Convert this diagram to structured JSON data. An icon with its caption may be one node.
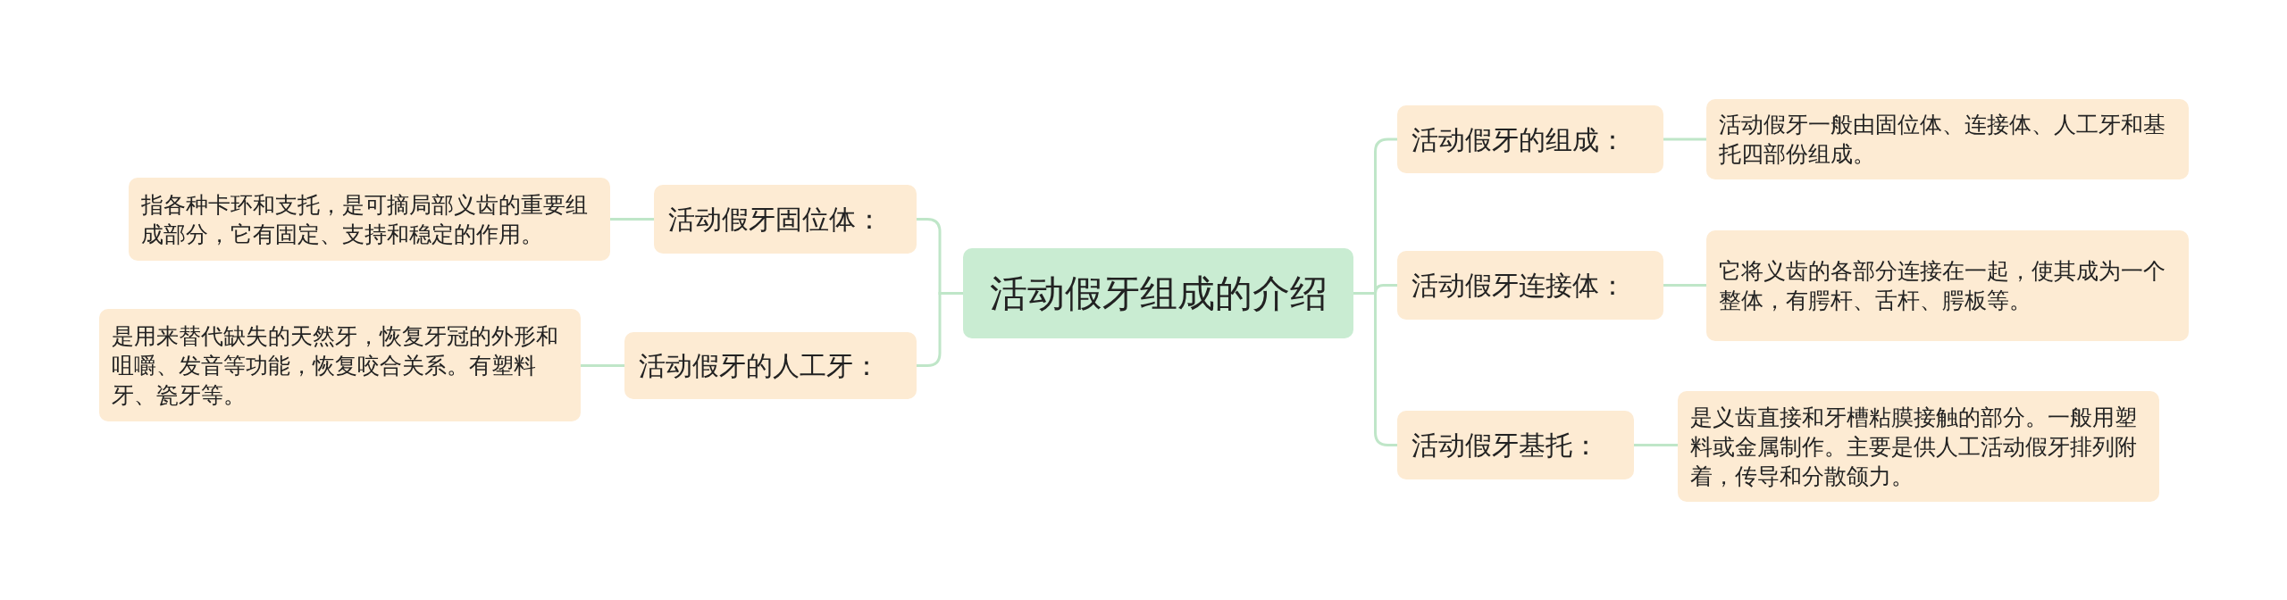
{
  "diagram": {
    "nodes": [
      {
        "text": [
          "活动假牙组成的介绍"
        ]
      },
      {
        "text": [
          "活动假牙固位体："
        ]
      },
      {
        "text": [
          "指各种卡环和支托，是可摘局部义齿的重要组成部分，它有固定、支持和稳定的作用。"
        ]
      },
      {
        "text": [
          "活动假牙的人工牙："
        ]
      },
      {
        "text": [
          "是用来替代缺失的天然牙，恢复牙冠的外形和咀嚼、发音等功能，恢复咬合关系。有塑料牙、瓷牙等。"
        ]
      },
      {
        "text": [
          "活动假牙的组成："
        ]
      },
      {
        "text": [
          "活动假牙一般由固位体、连接体、人工牙和基托四部份组成。"
        ]
      },
      {
        "text": [
          "活动假牙连接体："
        ]
      },
      {
        "text": [
          "它将义齿的各部分连接在一起，使其成为一个整体，有腭杆、舌杆、腭板等。"
        ]
      },
      {
        "text": [
          "活动假牙基托："
        ]
      },
      {
        "text": [
          "是义齿直接和牙槽粘膜接触的部分。一般用塑料或金属制作。主要是供人工活动假牙排列附着，传导和分散颌力。"
        ]
      }
    ],
    "edges": [
      {
        "from": 0,
        "to": 1,
        "arrow": "none"
      },
      {
        "from": 1,
        "to": 2,
        "arrow": "none"
      },
      {
        "from": 0,
        "to": 3,
        "arrow": "none"
      },
      {
        "from": 3,
        "to": 4,
        "arrow": "none"
      },
      {
        "from": 0,
        "to": 5,
        "arrow": "none"
      },
      {
        "from": 5,
        "to": 6,
        "arrow": "none"
      },
      {
        "from": 0,
        "to": 7,
        "arrow": "none"
      },
      {
        "from": 7,
        "to": 8,
        "arrow": "none"
      },
      {
        "from": 0,
        "to": 9,
        "arrow": "none"
      },
      {
        "from": 9,
        "to": 10,
        "arrow": "none"
      }
    ]
  }
}
